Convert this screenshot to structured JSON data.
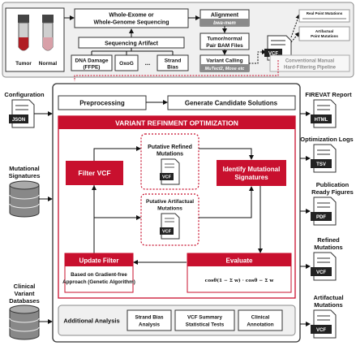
{
  "samples": {
    "tumor_label": "Tumor",
    "normal_label": "Normal"
  },
  "sequencing": {
    "title_line1": "Whole-Exome or",
    "title_line2": "Whole-Genome Sequencing",
    "artifact_label": "Sequencing Artifact",
    "dna_damage_line1": "DNA Damage",
    "dna_damage_line2": "(FFPE)",
    "oxog": "OxoG",
    "ellipsis": "...",
    "strand_line1": "Strand",
    "strand_line2": "Bias"
  },
  "pipeline": {
    "alignment": "Alignment",
    "alignment_tool": "bwa-mem",
    "bam_line1": "Tumor/normal",
    "bam_line2": "Pair BAM Files",
    "variant_calling": "Variant Calling",
    "variant_tools": "MuTect2, Mose etc",
    "vcf_label": "VCF",
    "real_mutations": "Real Point Mutations",
    "artifactual_line1": "Artifactual",
    "artifactual_line2": "Point Mutations",
    "manual_line1": "Conventional Manual",
    "manual_line2": "Hard-Filtering Pipeline"
  },
  "inputs": {
    "configuration": "Configuration",
    "json": "JSON",
    "mutational_line1": "Mutational",
    "mutational_line2": "Signatures",
    "clinical_line1": "Clinical",
    "clinical_line2": "Variant",
    "clinical_line3": "Databases"
  },
  "core": {
    "preprocessing": "Preprocessing",
    "generate": "Generate Candidate Solutions",
    "vro_title": "VARIANT REFINMENT OPTIMIZATION",
    "filter_vcf": "Filter VCF",
    "identify_line1": "Identify Mutational",
    "identify_line2": "Signatures",
    "refined_line1": "Putative Refined",
    "refined_line2": "Mutations",
    "artifactual_line1": "Putative Artifactual",
    "artifactual_line2": "Mutations",
    "vcf": "VCF",
    "update_filter": "Update Filter",
    "update_desc_line1": "Based on Gradient-free",
    "update_desc_line2": "Approach (Genetic Algorithm)",
    "evaluate": "Evaluate",
    "formula_a": "cosθ",
    "formula_b": "(1 − Σ w",
    "formula_c": ") · cosθ",
    "formula_d": " − Σ w"
  },
  "analysis": {
    "title": "Additional Analysis",
    "strand_line1": "Strand Bias",
    "strand_line2": "Analysis",
    "vcf_summary_line1": "VCF Summary",
    "vcf_summary_line2": "Statistical Tests",
    "clinical_line1": "Clinical",
    "clinical_line2": "Annotation"
  },
  "outputs": {
    "firevat_report": "FIREVAT Report",
    "html": "HTML",
    "optimization_logs": "Optimization Logs",
    "tsv": "TSV",
    "publication_line1": "Publication",
    "publication_line2": "Ready Figures",
    "pdf": "PDF",
    "refined_line1": "Refined",
    "refined_line2": "Mutations",
    "artifactual_line1": "Artifactual",
    "artifactual_line2": "Mutations",
    "vcf": "VCF"
  },
  "colors": {
    "red": "#c8102e",
    "dark": "#222222",
    "gray": "#8a8a8a",
    "light_gray": "#f2f2f2"
  }
}
